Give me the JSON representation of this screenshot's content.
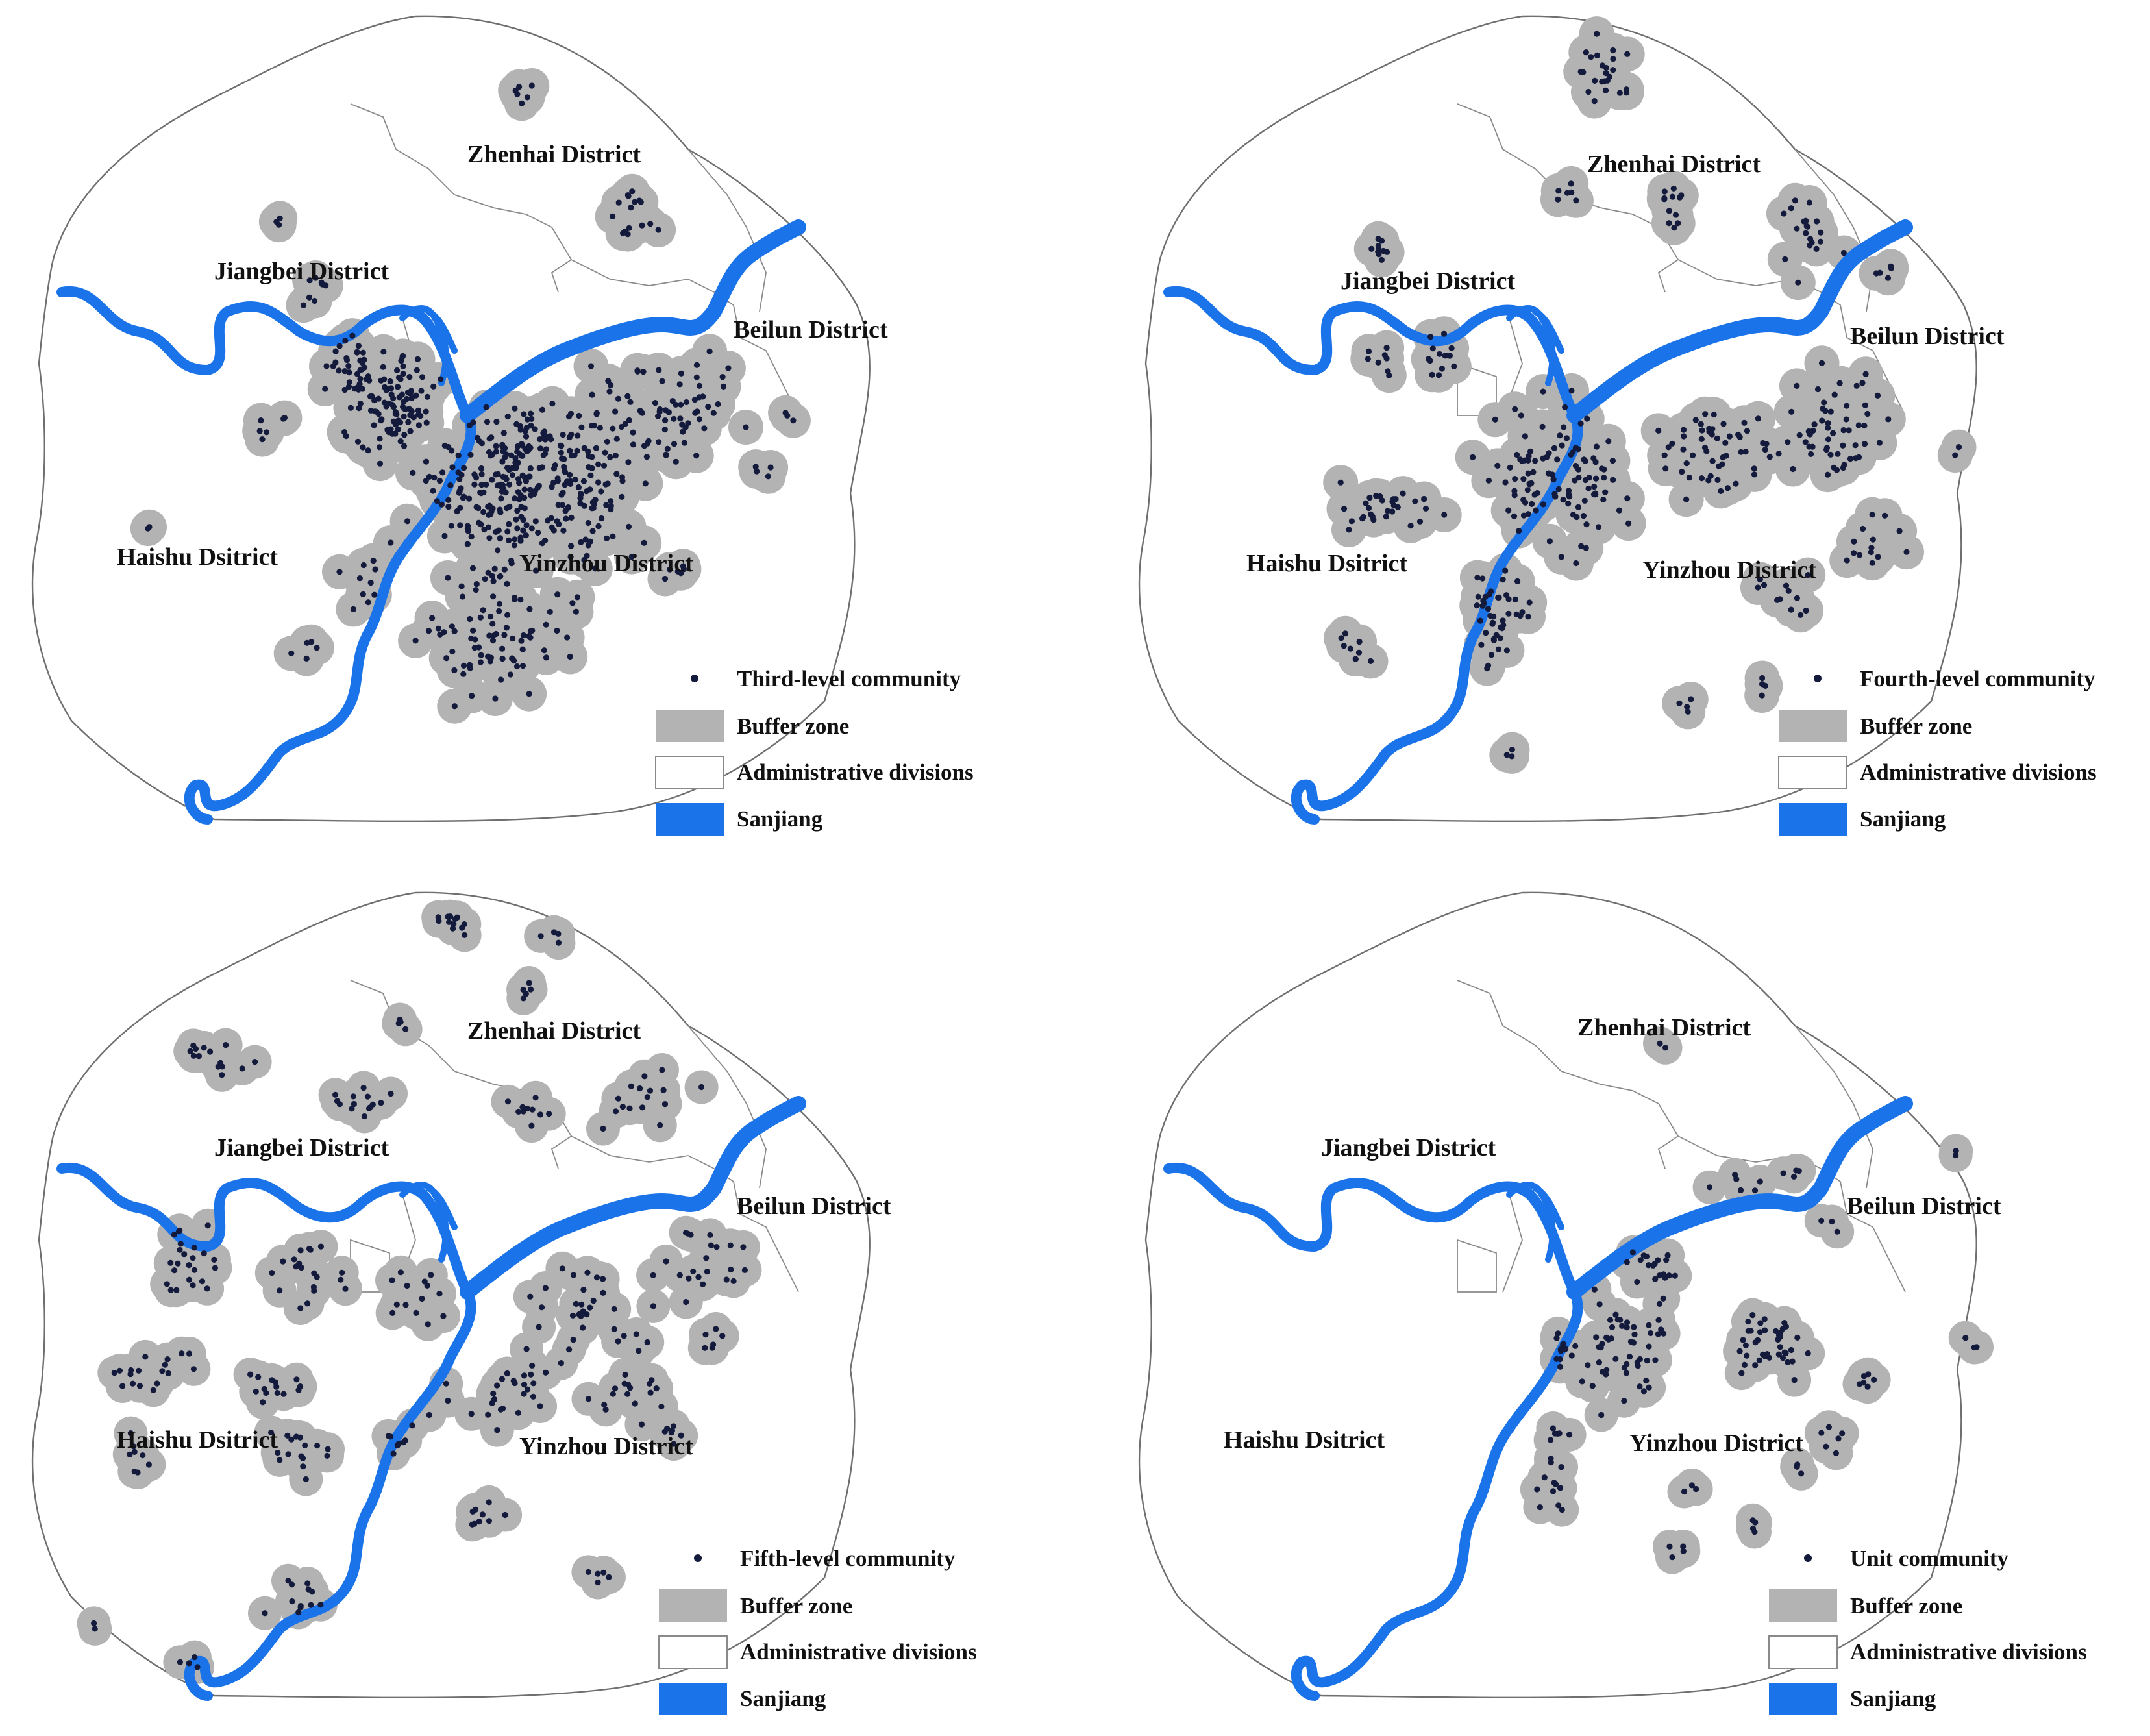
{
  "colors": {
    "river": "#1a73e8",
    "buffer": "#b3b3b3",
    "point": "#141a3c",
    "boundary": "#6f6f6f",
    "background": "#ffffff"
  },
  "legend_items": {
    "buffer": "Buffer zone",
    "admin": "Administrative divisions",
    "river": "Sanjiang"
  },
  "panels": [
    {
      "id": "third",
      "community_label": "Third-level community",
      "districts": {
        "zhenhai": "Zhenhai District",
        "jiangbei": "Jiangbei District",
        "beilun": "Beilun District",
        "haishu": "Haishu Dsitrict",
        "yinzhou": "Yinzhou District"
      }
    },
    {
      "id": "fourth",
      "community_label": "Fourth-level community",
      "districts": {
        "zhenhai": "Zhenhai District",
        "jiangbei": "Jiangbei District",
        "beilun": "Beilun District",
        "haishu": "Haishu Dsitrict",
        "yinzhou": "Yinzhou District"
      }
    },
    {
      "id": "fifth",
      "community_label": "Fifth-level community",
      "districts": {
        "zhenhai": "Zhenhai District",
        "jiangbei": "Jiangbei District",
        "beilun": "Beilun District",
        "haishu": "Haishu Dsitrict",
        "yinzhou": "Yinzhou District"
      }
    },
    {
      "id": "unit",
      "community_label": "Unit community",
      "districts": {
        "zhenhai": "Zhenhai District",
        "jiangbei": "Jiangbei District",
        "beilun": "Beilun District",
        "haishu": "Haishu Dsitrict",
        "yinzhou": "Yinzhou District"
      }
    }
  ]
}
